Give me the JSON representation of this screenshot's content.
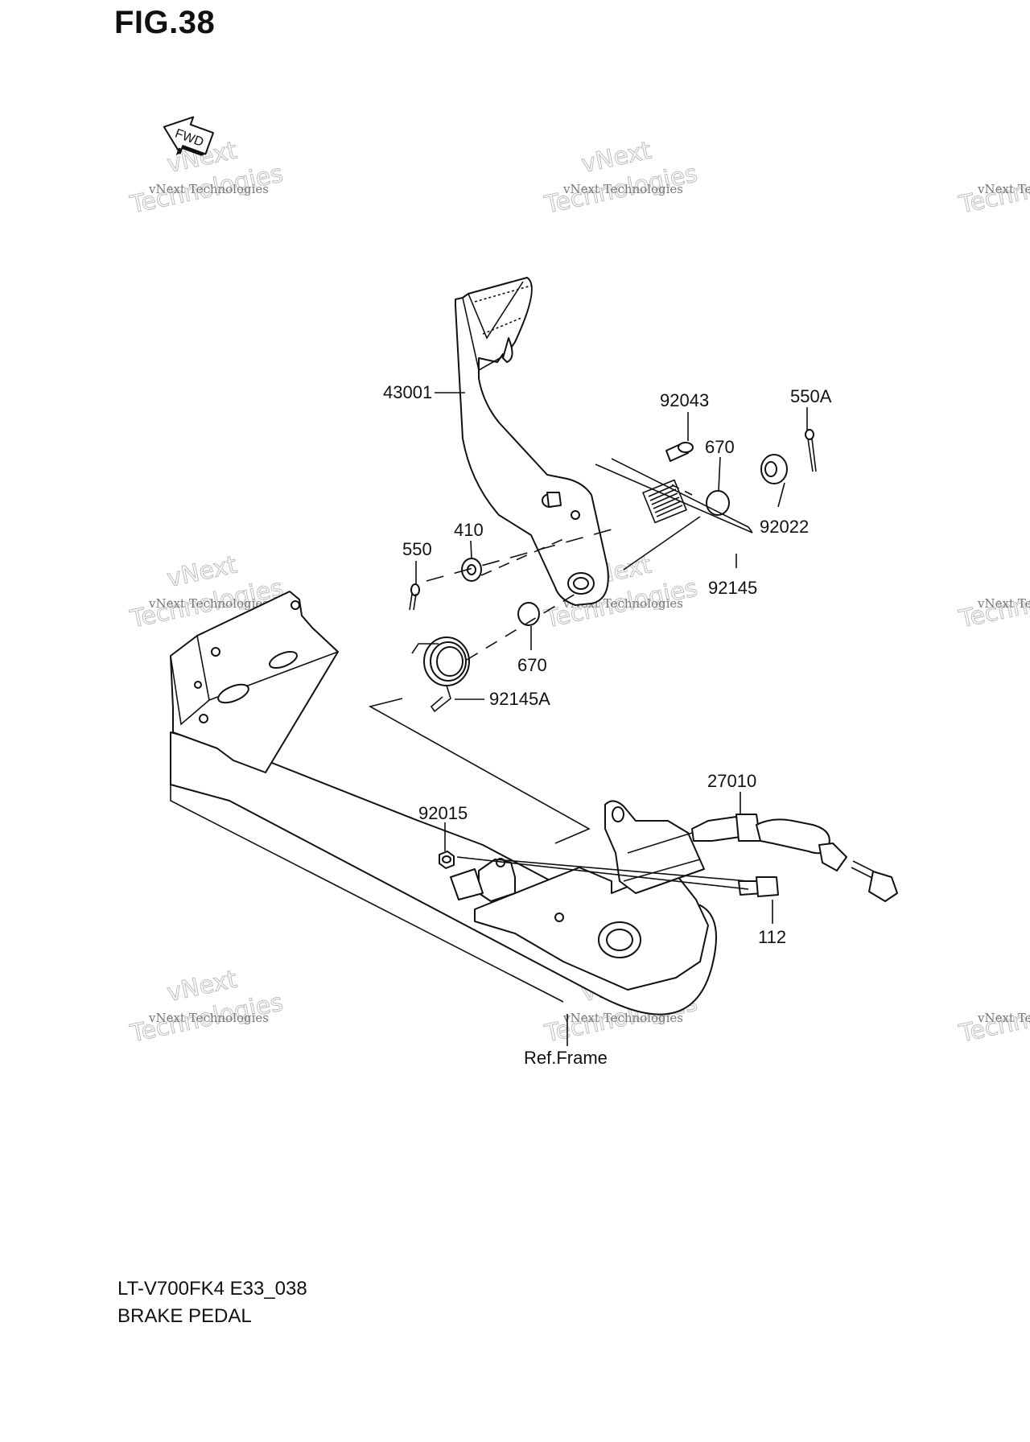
{
  "figure": {
    "title": "FIG.38"
  },
  "fwd_arrow": {
    "label": "FWD",
    "icon": "forward-arrow-icon"
  },
  "labels": {
    "p43001": "43001",
    "p92043": "92043",
    "p550A": "550A",
    "p670_top": "670",
    "p92022": "92022",
    "p410": "410",
    "p550": "550",
    "p92145": "92145",
    "p670_bottom": "670",
    "p92145A": "92145A",
    "p27010": "27010",
    "p92015": "92015",
    "p112": "112",
    "ref_frame": "Ref.Frame"
  },
  "watermark": {
    "line1": "vNext Technologies",
    "line2": "Technologies",
    "line3": "vNext"
  },
  "footer": {
    "model": "LT-V700FK4 E33_038",
    "name": "BRAKE PEDAL"
  }
}
